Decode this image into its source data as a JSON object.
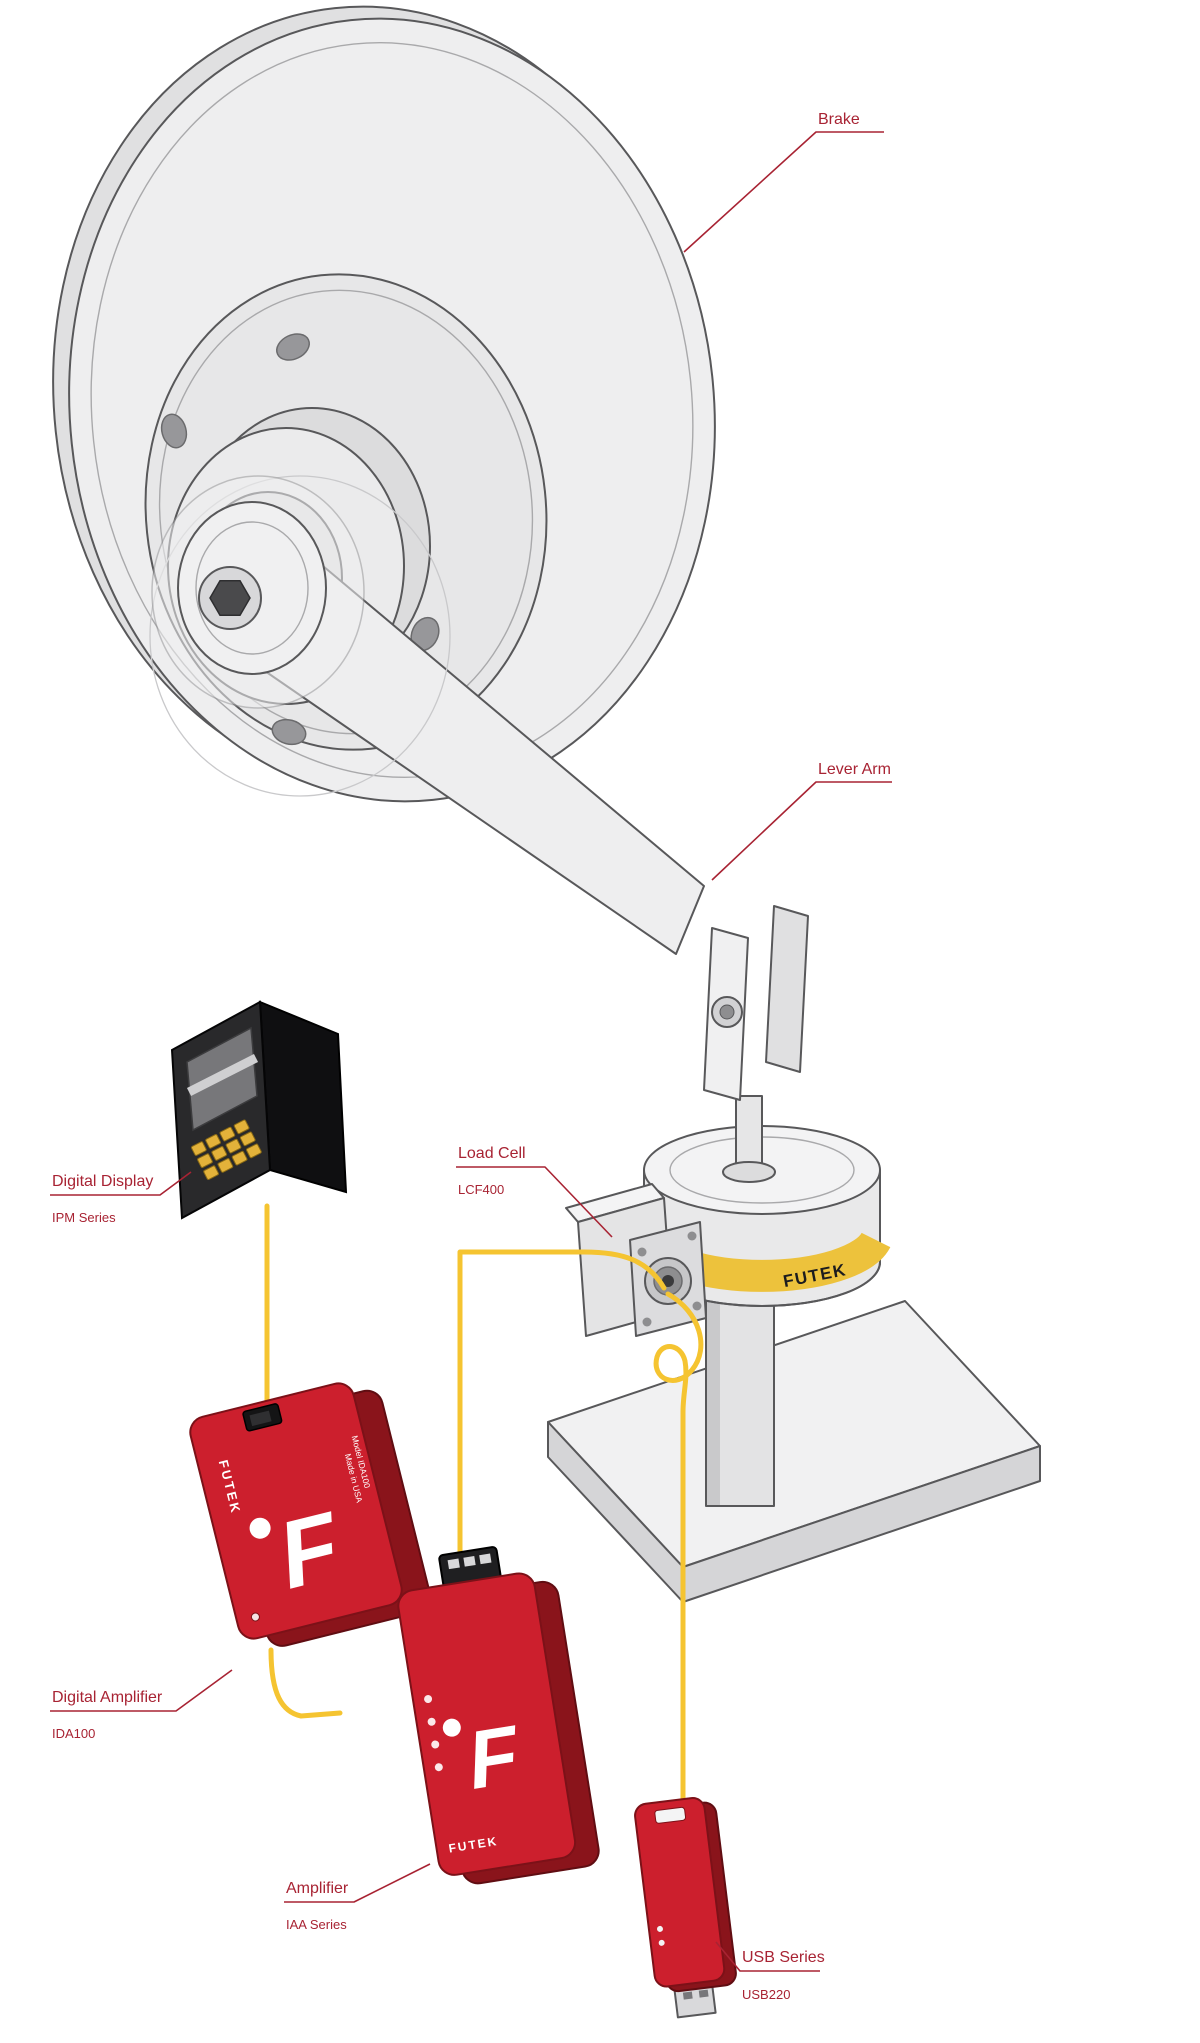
{
  "canvas": {
    "background": "#ffffff"
  },
  "callouts": {
    "brake": {
      "label": "Brake"
    },
    "lever_arm": {
      "label": "Lever Arm"
    },
    "load_cell": {
      "label": "Load Cell",
      "model": "LCF400"
    },
    "digital_display": {
      "label": "Digital Display",
      "model": "IPM Series"
    },
    "digital_amplifier": {
      "label": "Digital Amplifier",
      "model": "IDA100"
    },
    "amplifier": {
      "label": "Amplifier",
      "model": "IAA Series"
    },
    "usb": {
      "label": "USB Series",
      "model": "USB220"
    }
  },
  "devices": {
    "load_cell": {
      "brand": "FUTEK"
    },
    "ida100": {
      "brand_side": "FUTEK",
      "logo": "F",
      "model_text": "Model IDA100",
      "origin_text": "Made in USA"
    },
    "iaa": {
      "brand": "FUTEK",
      "logo": "F"
    }
  },
  "colors": {
    "callout_red": "#a82333",
    "wire_yellow": "#f5c431",
    "futek_red": "#cc1f2d",
    "futek_red_dark": "#8a141b",
    "band_yellow": "#edc23c",
    "metal_light": "#eeeeef",
    "outline_gray": "#58585a"
  }
}
